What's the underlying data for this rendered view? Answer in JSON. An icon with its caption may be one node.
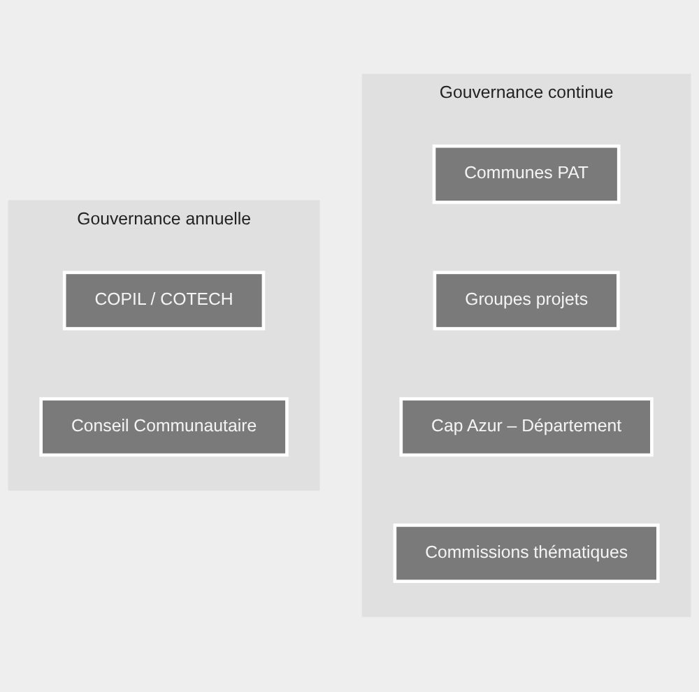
{
  "diagram": {
    "nodes": [
      {
        "text": [
          "Gouvernance annuelle"
        ]
      },
      {
        "text": [
          "COPIL / COTECH"
        ],
        "in": 0
      },
      {
        "text": [
          "Conseil Communautaire"
        ],
        "in": 0
      },
      {
        "text": [
          "Gouvernance continue"
        ]
      },
      {
        "text": [
          "Communes PAT"
        ],
        "in": 3
      },
      {
        "text": [
          "Groupes projets"
        ],
        "in": 3
      },
      {
        "text": [
          "Cap Azur – Département"
        ],
        "in": 3
      },
      {
        "text": [
          "Commissions thématiques"
        ],
        "in": 3
      }
    ],
    "edges": []
  }
}
